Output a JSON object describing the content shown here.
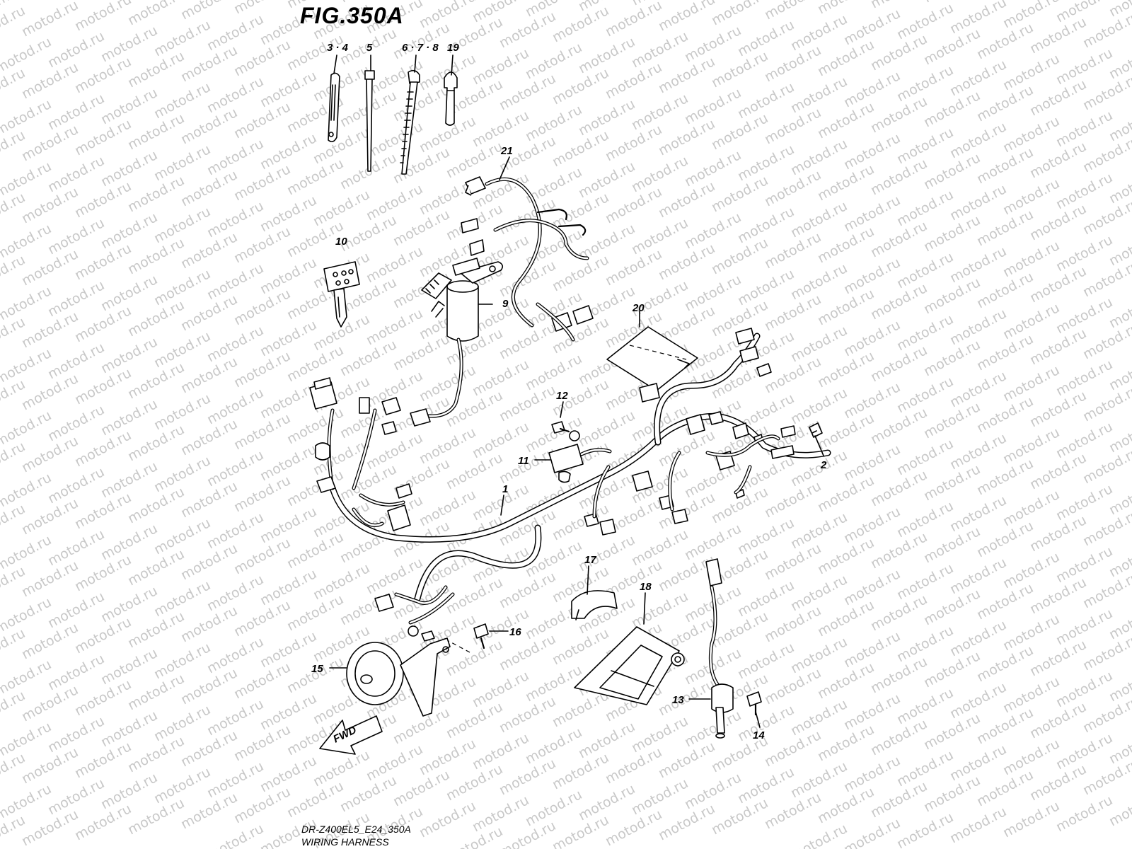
{
  "figure": {
    "title": "FIG.350A",
    "code": "DR-Z400EL5_E24_350A",
    "name": "WIRING HARNESS"
  },
  "watermark": {
    "text": "motod.ru"
  },
  "callouts": [
    {
      "id": "c-3-4",
      "label": "3 · 4"
    },
    {
      "id": "c-5",
      "label": "5"
    },
    {
      "id": "c-6-7-8",
      "label": "6 · 7 · 8"
    },
    {
      "id": "c-19",
      "label": "19"
    },
    {
      "id": "c-21",
      "label": "21"
    },
    {
      "id": "c-10",
      "label": "10"
    },
    {
      "id": "c-9",
      "label": "9"
    },
    {
      "id": "c-20",
      "label": "20"
    },
    {
      "id": "c-12",
      "label": "12"
    },
    {
      "id": "c-11",
      "label": "11"
    },
    {
      "id": "c-1",
      "label": "1"
    },
    {
      "id": "c-2",
      "label": "2"
    },
    {
      "id": "c-17",
      "label": "17"
    },
    {
      "id": "c-18",
      "label": "18"
    },
    {
      "id": "c-16",
      "label": "16"
    },
    {
      "id": "c-15",
      "label": "15"
    },
    {
      "id": "c-13",
      "label": "13"
    },
    {
      "id": "c-14",
      "label": "14"
    }
  ],
  "direction_arrow": {
    "label": "FWD"
  }
}
